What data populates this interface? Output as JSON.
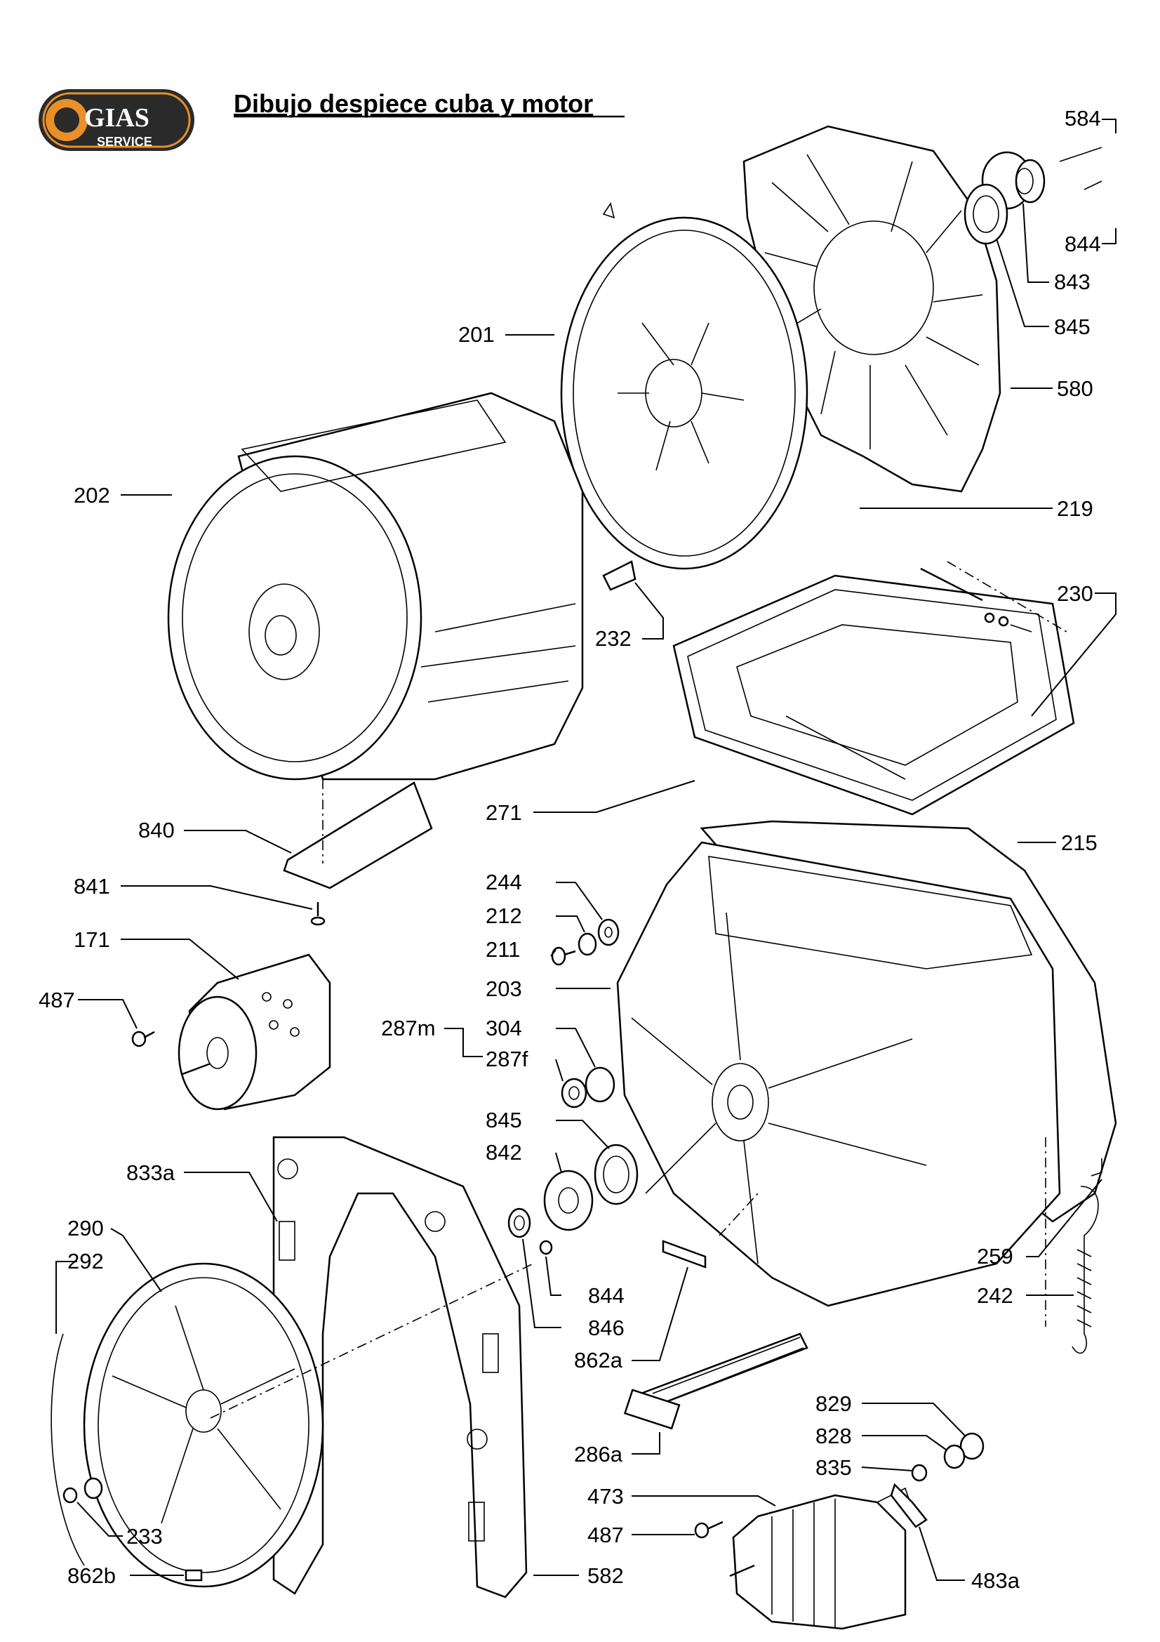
{
  "logo": {
    "brand": "GIAS",
    "sub": "SERVICE"
  },
  "title": "Dibujo despiece cuba y motor",
  "labels": {
    "l584": "584",
    "l844a": "844",
    "l843": "843",
    "l845a": "845",
    "l580": "580",
    "l201": "201",
    "l202": "202",
    "l219": "219",
    "l230": "230",
    "l232": "232",
    "l271": "271",
    "l215": "215",
    "l840": "840",
    "l841": "841",
    "l171": "171",
    "l487a": "487",
    "l244": "244",
    "l212": "212",
    "l211": "211",
    "l203": "203",
    "l287m": "287m",
    "l304": "304",
    "l287f": "287f",
    "l845b": "845",
    "l842": "842",
    "l833a": "833a",
    "l290": "290",
    "l292": "292",
    "l844b": "844",
    "l846": "846",
    "l862a": "862a",
    "l259": "259",
    "l242": "242",
    "l829": "829",
    "l828": "828",
    "l835": "835",
    "l286a": "286a",
    "l473": "473",
    "l487b": "487",
    "l233": "233",
    "l483a": "483a",
    "l862b": "862b",
    "l582": "582"
  },
  "colors": {
    "logo_bg": "#2a2a2a",
    "logo_accent": "#e8902a",
    "line": "#000000"
  }
}
